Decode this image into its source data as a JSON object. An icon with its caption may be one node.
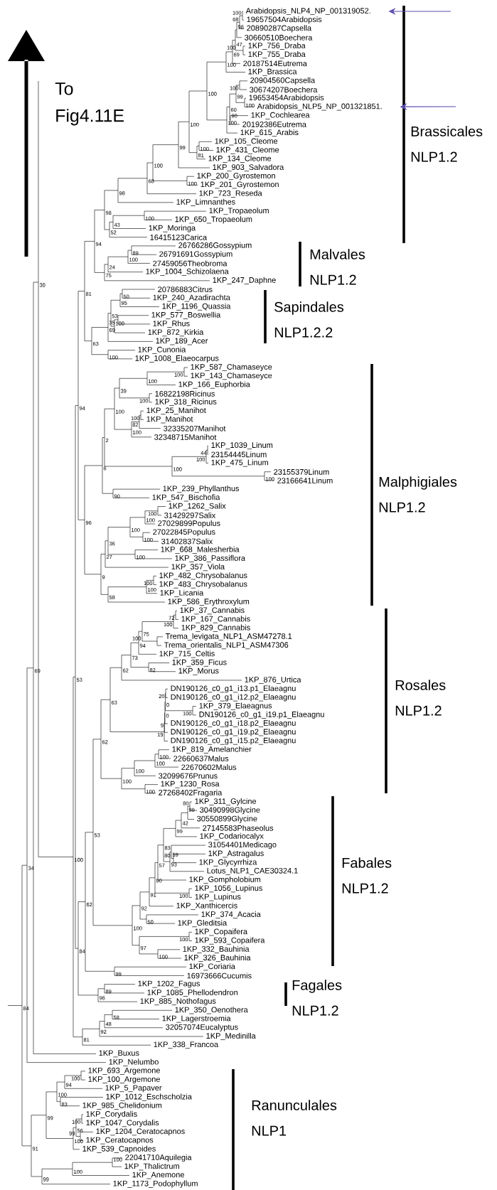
{
  "diagram": {
    "nodes": [
      {
        "text": [
          "Arabidopsis_NLP4_NP_001319052."
        ]
      },
      {
        "text": [
          "Arabidopsis_NLP5_NP_001321851."
        ]
      }
    ],
    "edges": [
      {
        "from": null,
        "to": 0,
        "arrow": "to"
      },
      {
        "from": null,
        "to": 1,
        "arrow": "to"
      }
    ],
    "labels": [
      "To Fig4.11E",
      "19657504Arabidopsis",
      "20890287Capsella",
      "30660510Boechera",
      "1KP_756_Draba",
      "1KP_755_Draba",
      "20187514Eutrema",
      "1KP_Brassica",
      "20904560Capsella",
      "30674207Boechera",
      "19653454Arabidopsis",
      "1KP_Cochlearea",
      "20192386Eutrema",
      "1KP_615_Arabis",
      "1KP_105_Cleome",
      "1KP_431_Cleome",
      "1KP_134_Cleome",
      "1KP_903_Salvadora",
      "1KP_200_Gyrostemon",
      "1KP_201_Gyrostemon",
      "1KP_723_Reseda",
      "1KP_Limnanthes",
      "1KP_Tropaeolum",
      "1KP_650_Tropaeolum",
      "1KP_Moringa",
      "16415123Carica",
      "26766286Gossypium",
      "26791691Gossypium",
      "27459056Theobroma",
      "1KP_1004_Schizolaena",
      "1KP_247_Daphne",
      "20786883Citrus",
      "1KP_240_Azadirachta",
      "1KP_1196_Quassia",
      "1KP_577_Boswellia",
      "1KP_Rhus",
      "1KP_872_Kirkia",
      "1KP_189_Acer",
      "1KP_Cunonia",
      "1KP_1008_Elaeocarpus",
      "1KP_587_Chamaseyce",
      "1KP_143_Chamaseyce",
      "1KP_166_Euphorbia",
      "16822198Ricinus",
      "1KP_318_Ricinus",
      "1KP_25_Manihot",
      "1KP_Manihot",
      "32335207Manihot",
      "32348715Manihot",
      "1KP_1039_Linum",
      "23154445Linum",
      "1KP_475_Linum",
      "23155379Linum",
      "23166641Linum",
      "1KP_239_Phyllanthus",
      "1KP_547_Bischofia",
      "1KP_1262_Salix",
      "31429297Salix",
      "27029899Populus",
      "27022845Populus",
      "31402837Salix",
      "1KP_668_Malesherbia",
      "1KP_386_Passiflora",
      "1KP_357_Viola",
      "1KP_482_Chrysobalanus",
      "1KP_483_Chrysobalanus",
      "1KP_Licania",
      "1KP_586_Erythroxylum",
      "1KP_37_Cannabis",
      "1KP_167_Cannabis",
      "1KP_829_Cannabis",
      "Trema_levigata_NLP1_ASM47278.1",
      "Trema_orientalis_NLP1_ASM47306",
      "1KP_715_Celtis",
      "1KP_359_Ficus",
      "1KP_Morus",
      "1KP_876_Urtica",
      "DN190126_c0_g1_i13.p1_Elaeagnu",
      "DN190126_c0_g1_i12.p2_Elaeagnu",
      "1KP_379_Elaeagnus",
      "DN190126_c0_g1_i19.p1_Elaeagnu",
      "DN190126_c0_g1_i18.p2_Elaeagnu",
      "DN190126_c0_g1_i19.p2_Elaeagnu",
      "DN190126_c0_g1_i15.p2_Elaeagnu",
      "1KP_819_Amelanchier",
      "22660637Malus",
      "22670602Malus",
      "32099676Prunus",
      "1KP_1230_Rosa",
      "27268402Fragaria",
      "1KP_311_Gylcine",
      "30490998Glycine",
      "30550899Glycine",
      "27145583Phaseolus",
      "1KP_Codariocalyx",
      "31054401Medicago",
      "1KP_Astragalus",
      "1KP_Glycyrrhiza",
      "Lotus_NLP1_CAE30324.1",
      "1KP_Gompholobium",
      "1KP_1056_Lupinus",
      "1KP_Lupinus",
      "1KP_Xanthicercis",
      "1KP_374_Acacia",
      "1KP_Gleditsia",
      "1KP_Copaifera",
      "1KP_593_Copaifera",
      "1KP_332_Bauhinia",
      "1KP_326_Bauhinia",
      "1KP_Coriaria",
      "16973666Cucumis",
      "1KP_1202_Fagus",
      "1KP_1085_Phellodendron",
      "1KP_885_Nothofagus",
      "1KP_350_Oenothera",
      "1KP_Lagerstroemia",
      "32057074Eucalyptus",
      "1KP_Medinilla",
      "1KP_338_Francoa",
      "1KP_Buxus",
      "1KP_Nelumbo",
      "1KP_693_Argemone",
      "1KP_100_Argemone",
      "1KP_5_Papaver",
      "1KP_1012_Eschscholzia",
      "1KP_985_Chelidonium",
      "1KP_Corydalis",
      "1KP_1047_Corydalis",
      "1KP_1204_Ceratocapnos",
      "1KP_Ceratocapnos",
      "1KP_539_Capnoides",
      "22041710Aquilegia",
      "1KP_Thalictrum",
      "1KP_Anemone",
      "1KP_1173_Podophyllum",
      "84",
      "34",
      "69",
      "30",
      "100",
      "53",
      "94",
      "81",
      "94",
      "98",
      "98",
      "68",
      "100",
      "99",
      "100",
      "100",
      "100",
      "69",
      "47",
      "98",
      "68",
      "100",
      "100",
      "100",
      "60",
      "99",
      "100",
      "100",
      "90",
      "81",
      "100",
      "100",
      "52",
      "43",
      "100",
      "75",
      "24",
      "100",
      "89",
      "63",
      "69",
      "53",
      "95",
      "50",
      "100",
      "35",
      "100",
      "96",
      "6",
      "2",
      "100",
      "39",
      "100",
      "100",
      "100",
      "100",
      "82",
      "100",
      "100",
      "100",
      "44",
      "100",
      "90",
      "9",
      "27",
      "36",
      "100",
      "100",
      "100",
      "100",
      "100",
      "58",
      "100",
      "100",
      "84",
      "62",
      "53",
      "62",
      "63",
      "62",
      "73",
      "94",
      "75",
      "100",
      "72",
      "100",
      "82",
      "19",
      "9",
      "0",
      "0",
      "20",
      "100",
      "100",
      "100",
      "100",
      "100",
      "100",
      "100",
      "92",
      "91",
      "90",
      "57",
      "83",
      "99",
      "42",
      "99",
      "80",
      "93",
      "59",
      "80",
      "100",
      "50",
      "97",
      "100",
      "100",
      "99",
      "96",
      "89",
      "81",
      "92",
      "48",
      "58",
      "91",
      "99",
      "100",
      "94",
      "100",
      "83",
      "100",
      "56",
      "100",
      "99",
      "99",
      "100",
      "100",
      "Brassicales NLP1.2",
      "Malvales NLP1.2",
      "Sapindales NLP1.2.2",
      "Malphigiales NLP1.2",
      "Rosales NLP1.2",
      "Fabales NLP1.2",
      "Fagales NLP1.2",
      "Ranunculales NLP1"
    ]
  }
}
